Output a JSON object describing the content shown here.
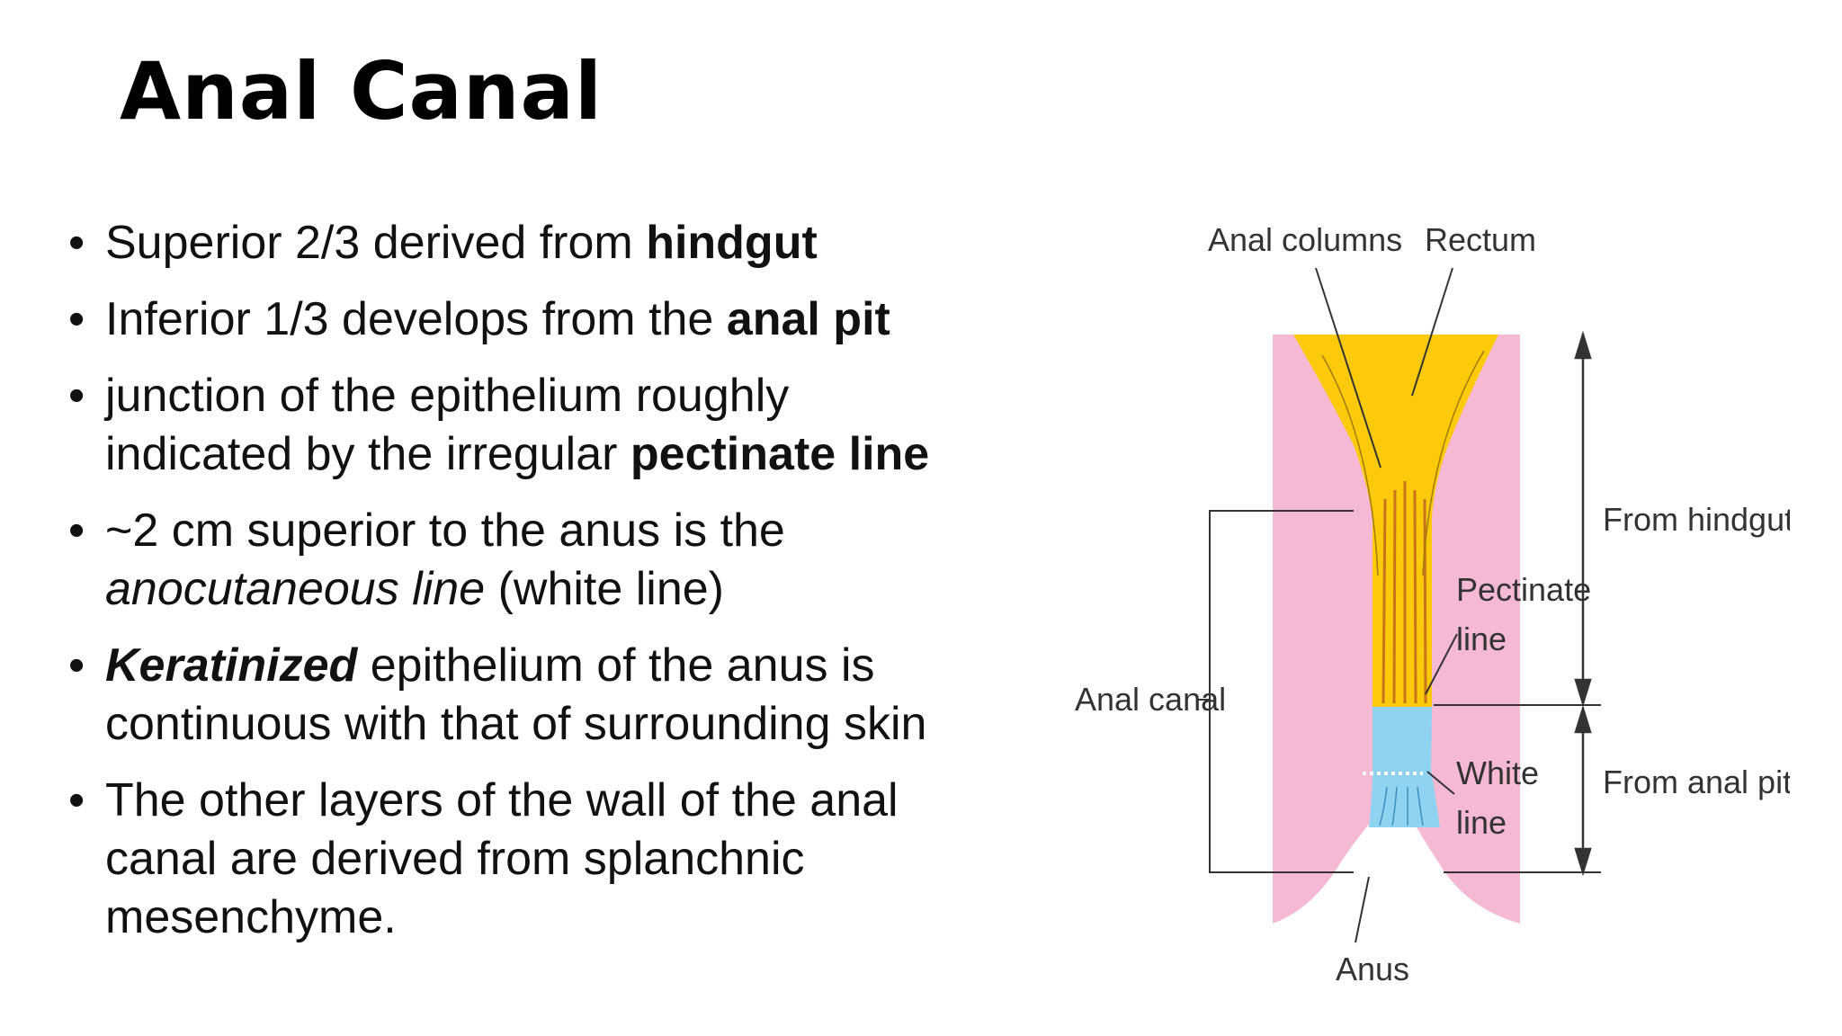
{
  "title": "Anal Canal",
  "bullets": [
    {
      "pre": "Superior 2/3 derived from ",
      "bold": "hindgut"
    },
    {
      "pre": "Inferior 1/3 develops from the ",
      "bold": "anal pit"
    },
    {
      "line1": "junction of the epithelium roughly",
      "pre": "indicated by the irregular ",
      "bold": "pectinate line"
    },
    {
      "line1": "~2 cm superior to the anus is the",
      "italic": "anocutaneous line",
      "post": " (white line)"
    },
    {
      "bolditalic": "Keratinized",
      "post": " epithelium of the anus is",
      "line2": "continuous with that of surrounding skin"
    },
    {
      "line1": "The other layers of the wall of the anal",
      "line2": "canal are derived from splanchnic",
      "line3": "mesenchyme."
    }
  ],
  "diagram": {
    "labels": {
      "anal_columns": "Anal columns",
      "rectum": "Rectum",
      "from_hindgut": "From hindgut",
      "pectinate_line_1": "Pectinate",
      "pectinate_line_2": "line",
      "anal_canal": "Anal canal",
      "white_line_1": "White",
      "white_line_2": "line",
      "from_anal_pit": "From anal pit",
      "anus": "Anus"
    },
    "colors": {
      "wall": "#f6b9d3",
      "hindgut_epithelium": "#fdca0b",
      "anal_pit_epithelium": "#8fd3f1",
      "columns": "#c8741a"
    }
  }
}
